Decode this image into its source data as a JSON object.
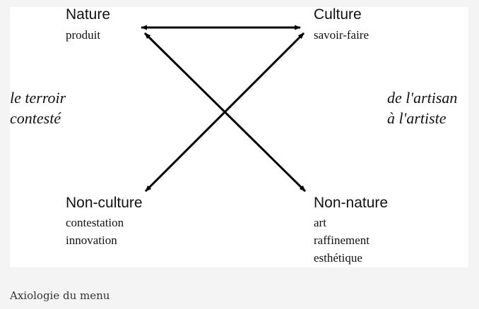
{
  "diagram": {
    "nature": {
      "title": "Nature",
      "lines": [
        "produit"
      ]
    },
    "culture": {
      "title": "Culture",
      "lines": [
        "savoir-faire"
      ]
    },
    "non_culture": {
      "title": "Non-culture",
      "lines": [
        "contestation",
        "innovation"
      ]
    },
    "non_nature": {
      "title": "Non-nature",
      "lines": [
        "art",
        "raffinement",
        "esthétique"
      ]
    },
    "left_side": [
      "le terroir",
      "contesté"
    ],
    "right_side": [
      "de l'artisan",
      "à l'artiste"
    ]
  },
  "caption": "Axiologie du menu",
  "colors": {
    "arrow": "#000000",
    "panel": "#ffffff",
    "background": "#f4f4f4"
  }
}
